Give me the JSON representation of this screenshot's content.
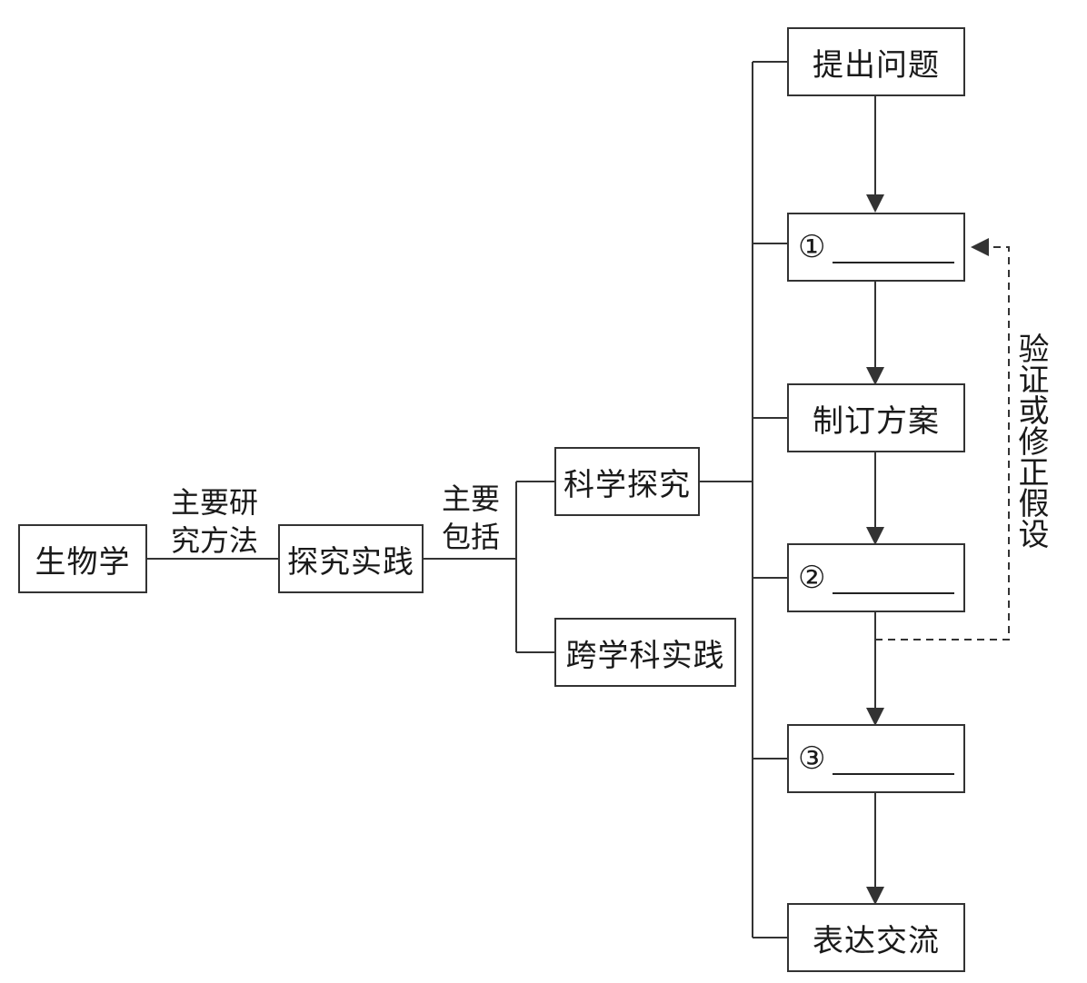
{
  "nodes": {
    "biology": "生物学",
    "practice": "探究实践",
    "science_inquiry": "科学探究",
    "interdisciplinary": "跨学科实践",
    "step_question": "提出问题",
    "step_plan": "制订方案",
    "step_express": "表达交流"
  },
  "blanks": {
    "b1": "①",
    "b2": "②",
    "b3": "③"
  },
  "labels": {
    "main_method_line1": "主要研",
    "main_method_line2": "究方法",
    "main_include_line1": "主要",
    "main_include_line2": "包括",
    "verify": "验证或修正假设"
  }
}
